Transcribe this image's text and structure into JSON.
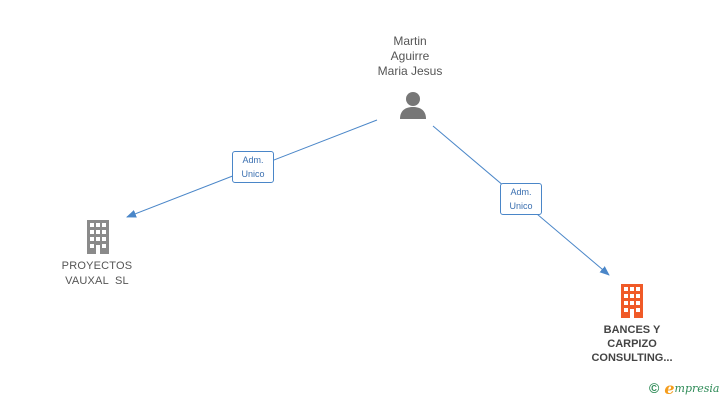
{
  "person": {
    "name_lines": [
      "Martin",
      "Aguirre",
      "Maria Jesus"
    ],
    "icon": "person-icon"
  },
  "companies": [
    {
      "label_lines": [
        "PROYECTOS",
        "VAUXAL  SL"
      ],
      "icon": "building-icon",
      "color": "#8a8a8a"
    },
    {
      "label_lines": [
        "BANCES Y",
        "CARPIZO",
        "CONSULTING..."
      ],
      "icon": "building-icon",
      "color": "#f05a28"
    }
  ],
  "relations": [
    {
      "role_lines": [
        "Adm.",
        "Unico"
      ]
    },
    {
      "role_lines": [
        "Adm.",
        "Unico"
      ]
    }
  ],
  "footer": {
    "copyright_symbol": "©",
    "brand_initial": "e",
    "brand_rest": "mpresia"
  },
  "colors": {
    "edge": "#4a86c8",
    "person_icon": "#777777",
    "brand_green": "#2e8b57",
    "brand_orange": "#f59d1c"
  }
}
